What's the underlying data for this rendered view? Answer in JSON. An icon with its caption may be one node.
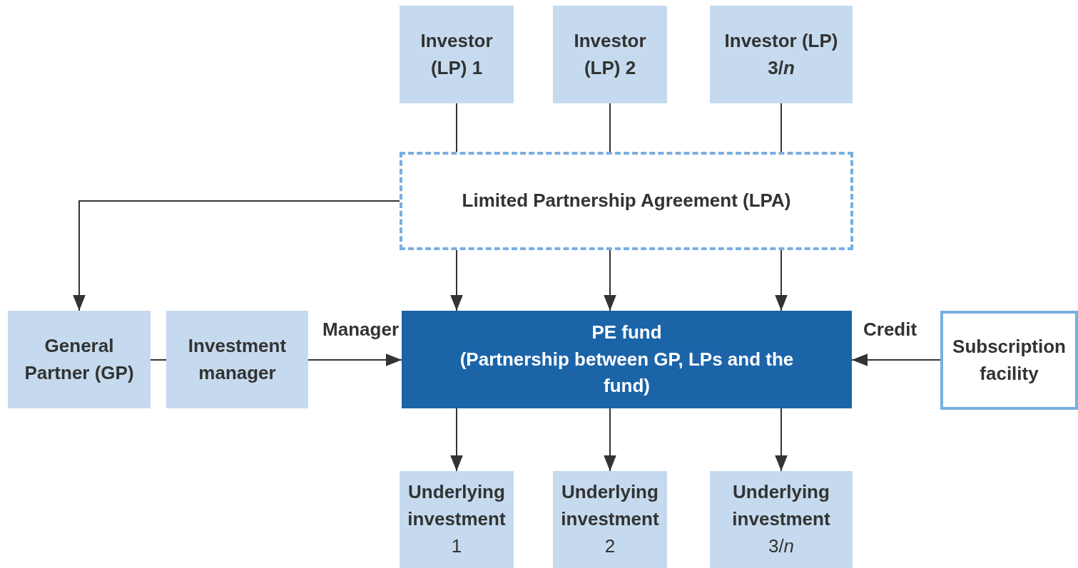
{
  "diagram": {
    "nodes": [
      {
        "text": [
          "Investor (LP) 1"
        ]
      },
      {
        "text": [
          "Investor (LP) 2"
        ]
      },
      {
        "text": [
          "Investor (LP) 3/*n*"
        ]
      },
      {
        "text": [
          "Limited Partnership Agreement (LPA)"
        ]
      },
      {
        "text": [
          "General Partner (GP)"
        ]
      },
      {
        "text": [
          "Investment manager"
        ]
      },
      {
        "text": [
          "PE fund",
          "(Partnership between GP, LPs and the fund)"
        ]
      },
      {
        "text": [
          "Subscription facility"
        ]
      },
      {
        "text": [
          "Underlying investment",
          "1"
        ]
      },
      {
        "text": [
          "Underlying investment",
          "2"
        ]
      },
      {
        "text": [
          "Underlying investment",
          "3/*n*"
        ]
      }
    ],
    "edges": [
      {
        "from": 0,
        "to": 3,
        "arrow": "none"
      },
      {
        "from": 1,
        "to": 3,
        "arrow": "none"
      },
      {
        "from": 2,
        "to": 3,
        "arrow": "none"
      },
      {
        "from": 3,
        "to": 4,
        "arrow": "to"
      },
      {
        "from": 3,
        "to": 6,
        "arrow": "to"
      },
      {
        "from": 3,
        "to": 6,
        "arrow": "to"
      },
      {
        "from": 3,
        "to": 6,
        "arrow": "to"
      },
      {
        "from": 4,
        "to": 5,
        "arrow": "none"
      },
      {
        "from": 5,
        "to": 6,
        "arrow": "to",
        "label": "Manager"
      },
      {
        "from": 7,
        "to": 6,
        "arrow": "to",
        "label": "Credit"
      },
      {
        "from": 6,
        "to": 8,
        "arrow": "to"
      },
      {
        "from": 6,
        "to": 9,
        "arrow": "to"
      },
      {
        "from": 6,
        "to": 10,
        "arrow": "to"
      }
    ]
  }
}
